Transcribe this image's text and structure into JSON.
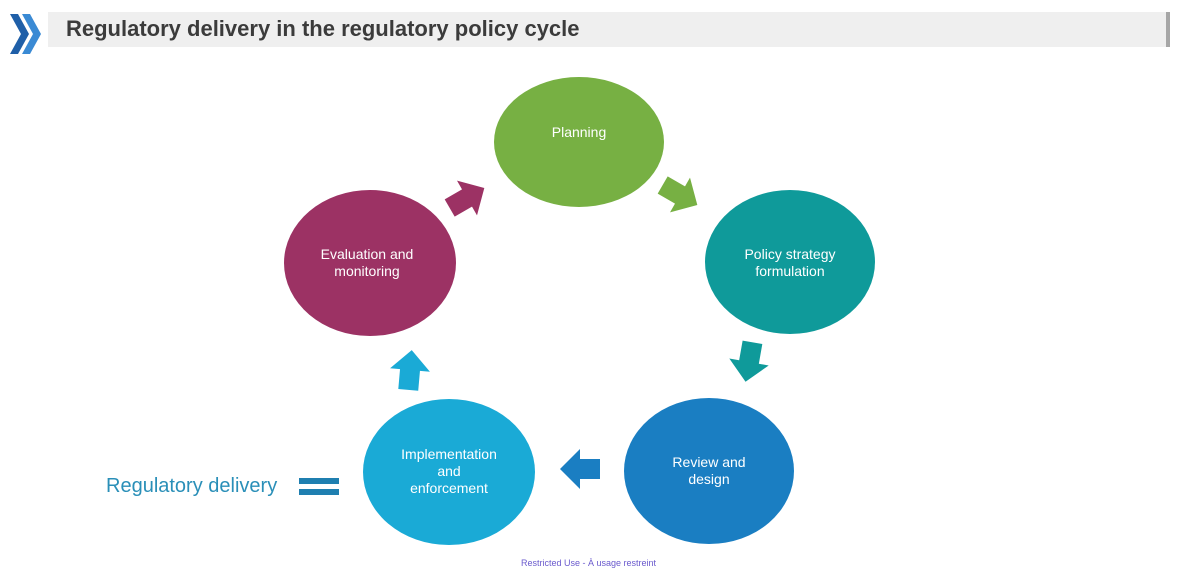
{
  "header": {
    "title": "Regulatory delivery in the regulatory policy cycle",
    "logo_icon": "double-chevron-right-icon"
  },
  "cycle": {
    "nodes": [
      {
        "id": "planning",
        "label": "Planning",
        "color": "#77b043"
      },
      {
        "id": "policy",
        "label": "Policy strategy\nformulation",
        "color": "#0f9a9a"
      },
      {
        "id": "review",
        "label": "Review and\ndesign",
        "color": "#1a7ec2"
      },
      {
        "id": "implementation",
        "label": "Implementation\nand\nenforcement",
        "color": "#1aaad6"
      },
      {
        "id": "evaluation",
        "label": "Evaluation and\nmonitoring",
        "color": "#9c3264"
      }
    ]
  },
  "callout": {
    "label": "Regulatory delivery",
    "icon": "equals-icon",
    "color": "#2a8fb8"
  },
  "footer": {
    "text": "Restricted Use - À usage restreint"
  }
}
